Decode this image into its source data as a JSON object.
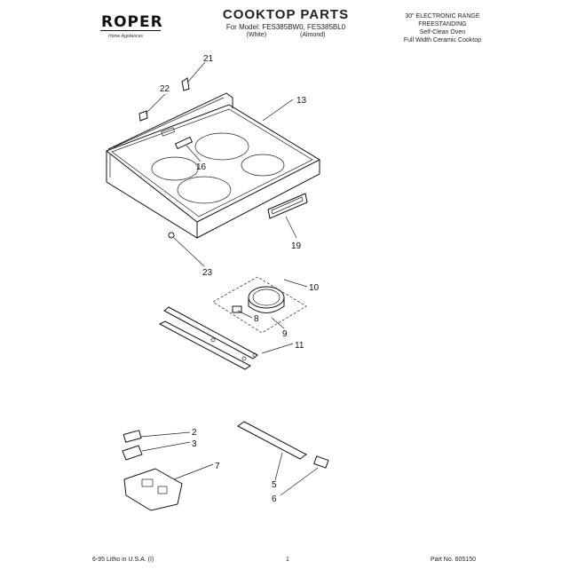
{
  "header": {
    "brand": "ROPER",
    "brand_sub": "Home Appliances",
    "title": "COOKTOP PARTS",
    "model_line": "For Model: FES385BW0, FES385BL0",
    "color_white": "(White)",
    "color_almond": "(Almond)",
    "description": [
      "30\" ELECTRONIC RANGE",
      "FREESTANDING",
      "Self-Clean Oven",
      "Full Width Ceramic Cooktop"
    ]
  },
  "callouts": [
    "21",
    "22",
    "13",
    "16",
    "19",
    "23",
    "10",
    "8",
    "9",
    "11",
    "2",
    "3",
    "7",
    "5",
    "6"
  ],
  "footer": {
    "litho": "6-95 Litho in U.S.A. (I)",
    "page": "1",
    "part_no": "Part No. 605150"
  }
}
